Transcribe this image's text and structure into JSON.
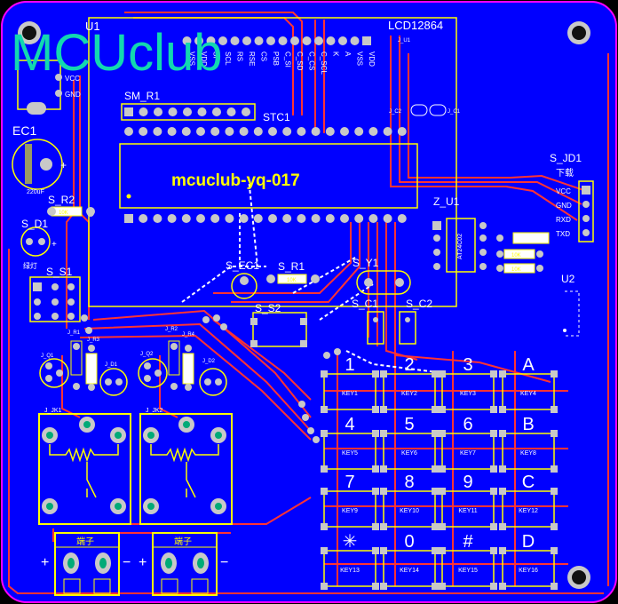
{
  "board": {
    "logo": "MCUclub",
    "model": "mcuclub-yq-017",
    "background_color": "#0000ff",
    "outline_color": "#ff00ff",
    "silkscreen_color": "#ffff00",
    "copper_color": "#c8c8c8"
  },
  "labels": {
    "u1": "U1",
    "lcd": "LCD12864",
    "lcd_ref": "J_U1",
    "sm_r1": "SM_R1",
    "stc1": "STC1",
    "ec1": "EC1",
    "ec1_value": "220uF",
    "s_r2": "S_R2",
    "s_d1": "S_D1",
    "s_d1_note": "绿灯",
    "s_s1": "S_S1",
    "s_ec1": "S_EC1",
    "s_r1": "S_R1",
    "s_y1": "S_Y1",
    "s_c1": "S_C1",
    "s_c2": "S_C2",
    "s_s2": "S_S2",
    "z_u1": "Z_U1",
    "z_u1_chip": "AT24C02",
    "s_jd1": "S_JD1",
    "download": "下载",
    "u2": "U2",
    "jr1": "J_R1",
    "jr3": "J_R3",
    "jq1": "J_Q1",
    "jd1": "J_D1",
    "jq2": "J_Q2",
    "jr2": "J_R2",
    "jr4": "J_R4",
    "jd2": "J_D2",
    "jk1": "J_JK1",
    "jk2": "J_JK2",
    "terminal1": "端子",
    "terminal2": "端子",
    "vcc": "VCC",
    "gnd": "GND",
    "rxd": "RXD",
    "txd": "TXD",
    "r10k_a": "10K",
    "r10k_b": "10K",
    "r10k_c": "10K",
    "r10k_d": "10K",
    "ic2": "J_C2",
    "ic1": "J_C1"
  },
  "lcd_pins": [
    "VSS",
    "VDD",
    "SI",
    "SCL",
    "RS",
    "RSE",
    "CS",
    "PSB",
    "C_SI",
    "C_SD",
    "C_CS",
    "C_SCL",
    "K",
    "A",
    "VSS",
    "VDD"
  ],
  "keypad": {
    "keys": [
      {
        "label": "1",
        "ref": "KEY1"
      },
      {
        "label": "2",
        "ref": "KEY2"
      },
      {
        "label": "3",
        "ref": "KEY3"
      },
      {
        "label": "A",
        "ref": "KEY4"
      },
      {
        "label": "4",
        "ref": "KEY5"
      },
      {
        "label": "5",
        "ref": "KEY6"
      },
      {
        "label": "6",
        "ref": "KEY7"
      },
      {
        "label": "B",
        "ref": "KEY8"
      },
      {
        "label": "7",
        "ref": "KEY9"
      },
      {
        "label": "8",
        "ref": "KEY10"
      },
      {
        "label": "9",
        "ref": "KEY11"
      },
      {
        "label": "C",
        "ref": "KEY12"
      },
      {
        "label": "✳",
        "ref": "KEY13"
      },
      {
        "label": "0",
        "ref": "KEY14"
      },
      {
        "label": "#",
        "ref": "KEY15"
      },
      {
        "label": "D",
        "ref": "KEY16"
      }
    ]
  }
}
